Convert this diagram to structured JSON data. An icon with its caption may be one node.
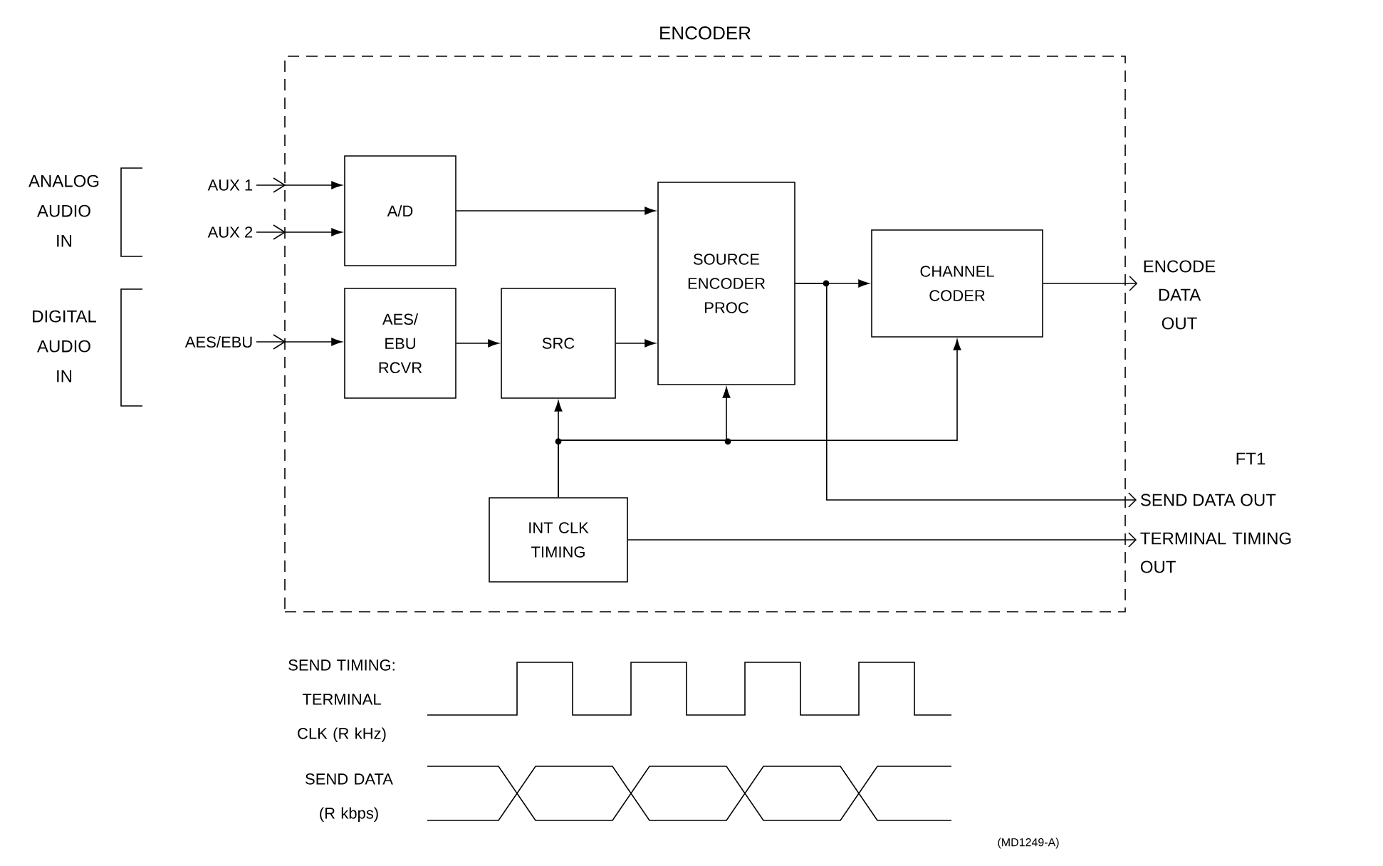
{
  "diagram": {
    "nodes": [
      {
        "text": [
          "ENCODER"
        ]
      },
      {
        "text": [
          "A/D"
        ],
        "in": 0
      },
      {
        "text": [
          "AES/ EBU RCVR"
        ],
        "in": 0
      },
      {
        "text": [
          "SRC"
        ],
        "in": 0
      },
      {
        "text": [
          "SOURCE ENCODER PROC"
        ],
        "in": 0
      },
      {
        "text": [
          "CHANNEL CODER"
        ],
        "in": 0
      },
      {
        "text": [
          "INT CLK TIMING"
        ],
        "in": 0
      },
      {
        "text": [
          "AUX 1"
        ]
      },
      {
        "text": [
          "AUX 2"
        ]
      },
      {
        "text": [
          "AES/EBU"
        ]
      },
      {
        "text": [
          "ENCODE DATA OUT"
        ]
      },
      {
        "text": [
          "SEND DATA OUT"
        ]
      },
      {
        "text": [
          "TERMINAL TIMING OUT"
        ]
      }
    ],
    "edges": [
      {
        "from": 7,
        "to": 1,
        "arrow": "to"
      },
      {
        "from": 8,
        "to": 1,
        "arrow": "to"
      },
      {
        "from": 9,
        "to": 2,
        "arrow": "to"
      },
      {
        "from": 1,
        "to": 4,
        "arrow": "to"
      },
      {
        "from": 2,
        "to": 3,
        "arrow": "to"
      },
      {
        "from": 3,
        "to": 4,
        "arrow": "to"
      },
      {
        "from": 4,
        "to": 5,
        "arrow": "to"
      },
      {
        "from": 5,
        "to": 10,
        "arrow": "to"
      },
      {
        "from": 4,
        "to": 11,
        "arrow": "to"
      },
      {
        "from": 6,
        "to": 3,
        "arrow": "to"
      },
      {
        "from": 6,
        "to": 4,
        "arrow": "to"
      },
      {
        "from": 6,
        "to": 5,
        "arrow": "to"
      },
      {
        "from": 6,
        "to": 12,
        "arrow": "to"
      }
    ],
    "labels": [
      "ANALOG AUDIO IN",
      "DIGITAL AUDIO IN",
      "FT1",
      "SEND TIMING: TERMINAL CLK (R kHz)",
      "SEND DATA (R kbps)",
      "(MD1249-A)"
    ]
  }
}
